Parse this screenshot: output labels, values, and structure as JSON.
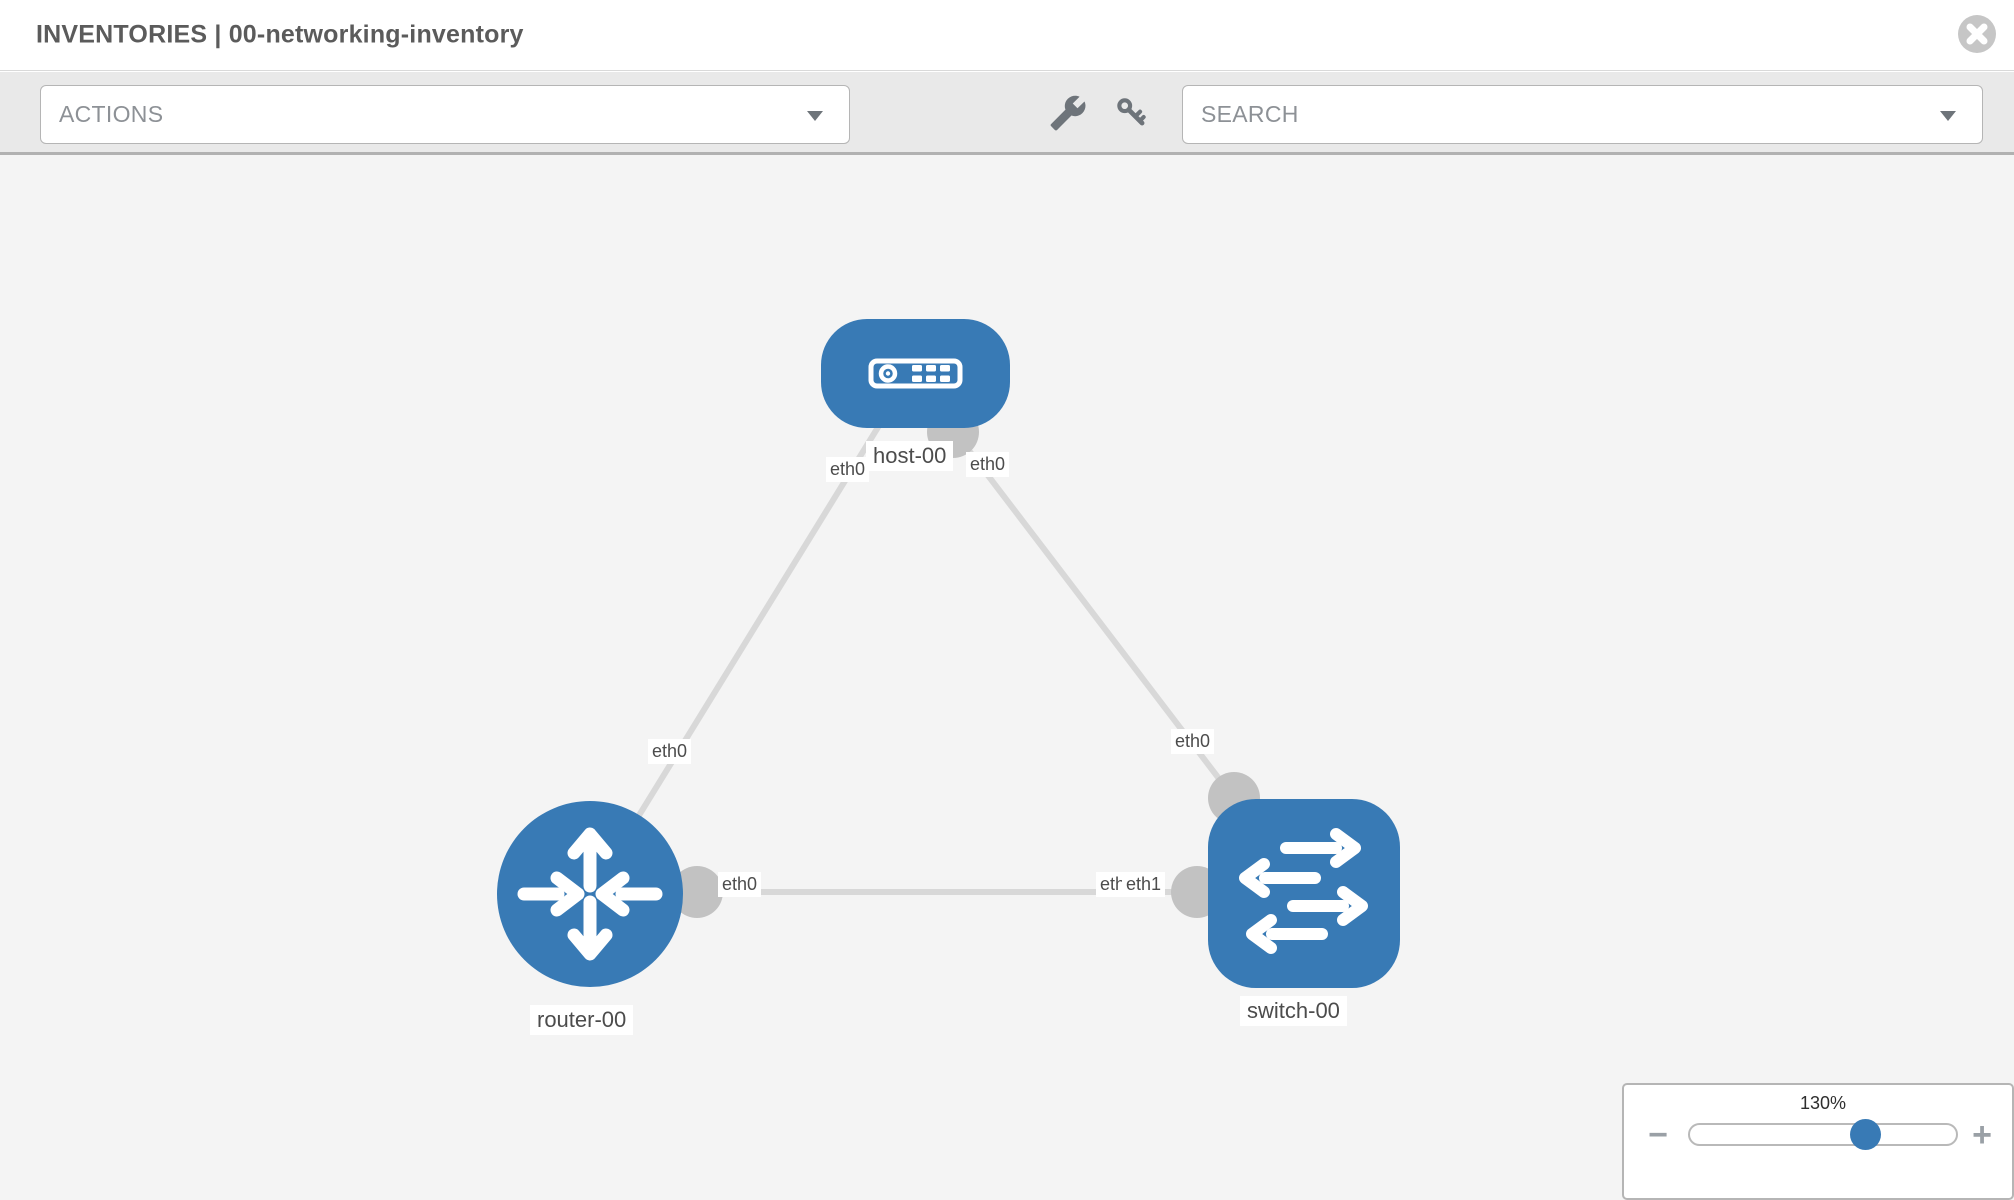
{
  "header": {
    "title": "INVENTORIES | 00-networking-inventory",
    "close_icon": "circle-x-icon"
  },
  "toolbar": {
    "actions_dropdown": {
      "label": "ACTIONS",
      "caret_icon": "chevron-down-icon"
    },
    "tools_icon": "wrench-icon",
    "credentials_icon": "key-icon",
    "search_dropdown": {
      "label": "SEARCH",
      "caret_icon": "chevron-down-icon"
    }
  },
  "canvas": {
    "nodes": [
      {
        "name": "host-00",
        "type": "host",
        "icon": "server-icon"
      },
      {
        "name": "router-00",
        "type": "router",
        "icon": "router-arrows-icon"
      },
      {
        "name": "switch-00",
        "type": "switch",
        "icon": "switch-arrows-icon"
      }
    ],
    "links": [
      {
        "source": "host-00",
        "source_interface": "eth0",
        "target": "router-00",
        "target_interface": "eth0"
      },
      {
        "source": "host-00",
        "source_interface": "eth0",
        "target": "switch-00",
        "target_interface": "eth0"
      },
      {
        "source": "router-00",
        "source_interface": "eth0",
        "target": "switch-00",
        "target_interface": "eth1"
      }
    ],
    "overlapped_interface_label": "eth0"
  },
  "zoom_control": {
    "level": "130%",
    "minus_label": "−",
    "plus_label": "+"
  },
  "colors": {
    "node_blue": "#387ab5",
    "link_gray": "#d8d8d8",
    "endpoint_gray": "#c2c2c2",
    "toolbar_icon_gray": "#6e747a"
  }
}
